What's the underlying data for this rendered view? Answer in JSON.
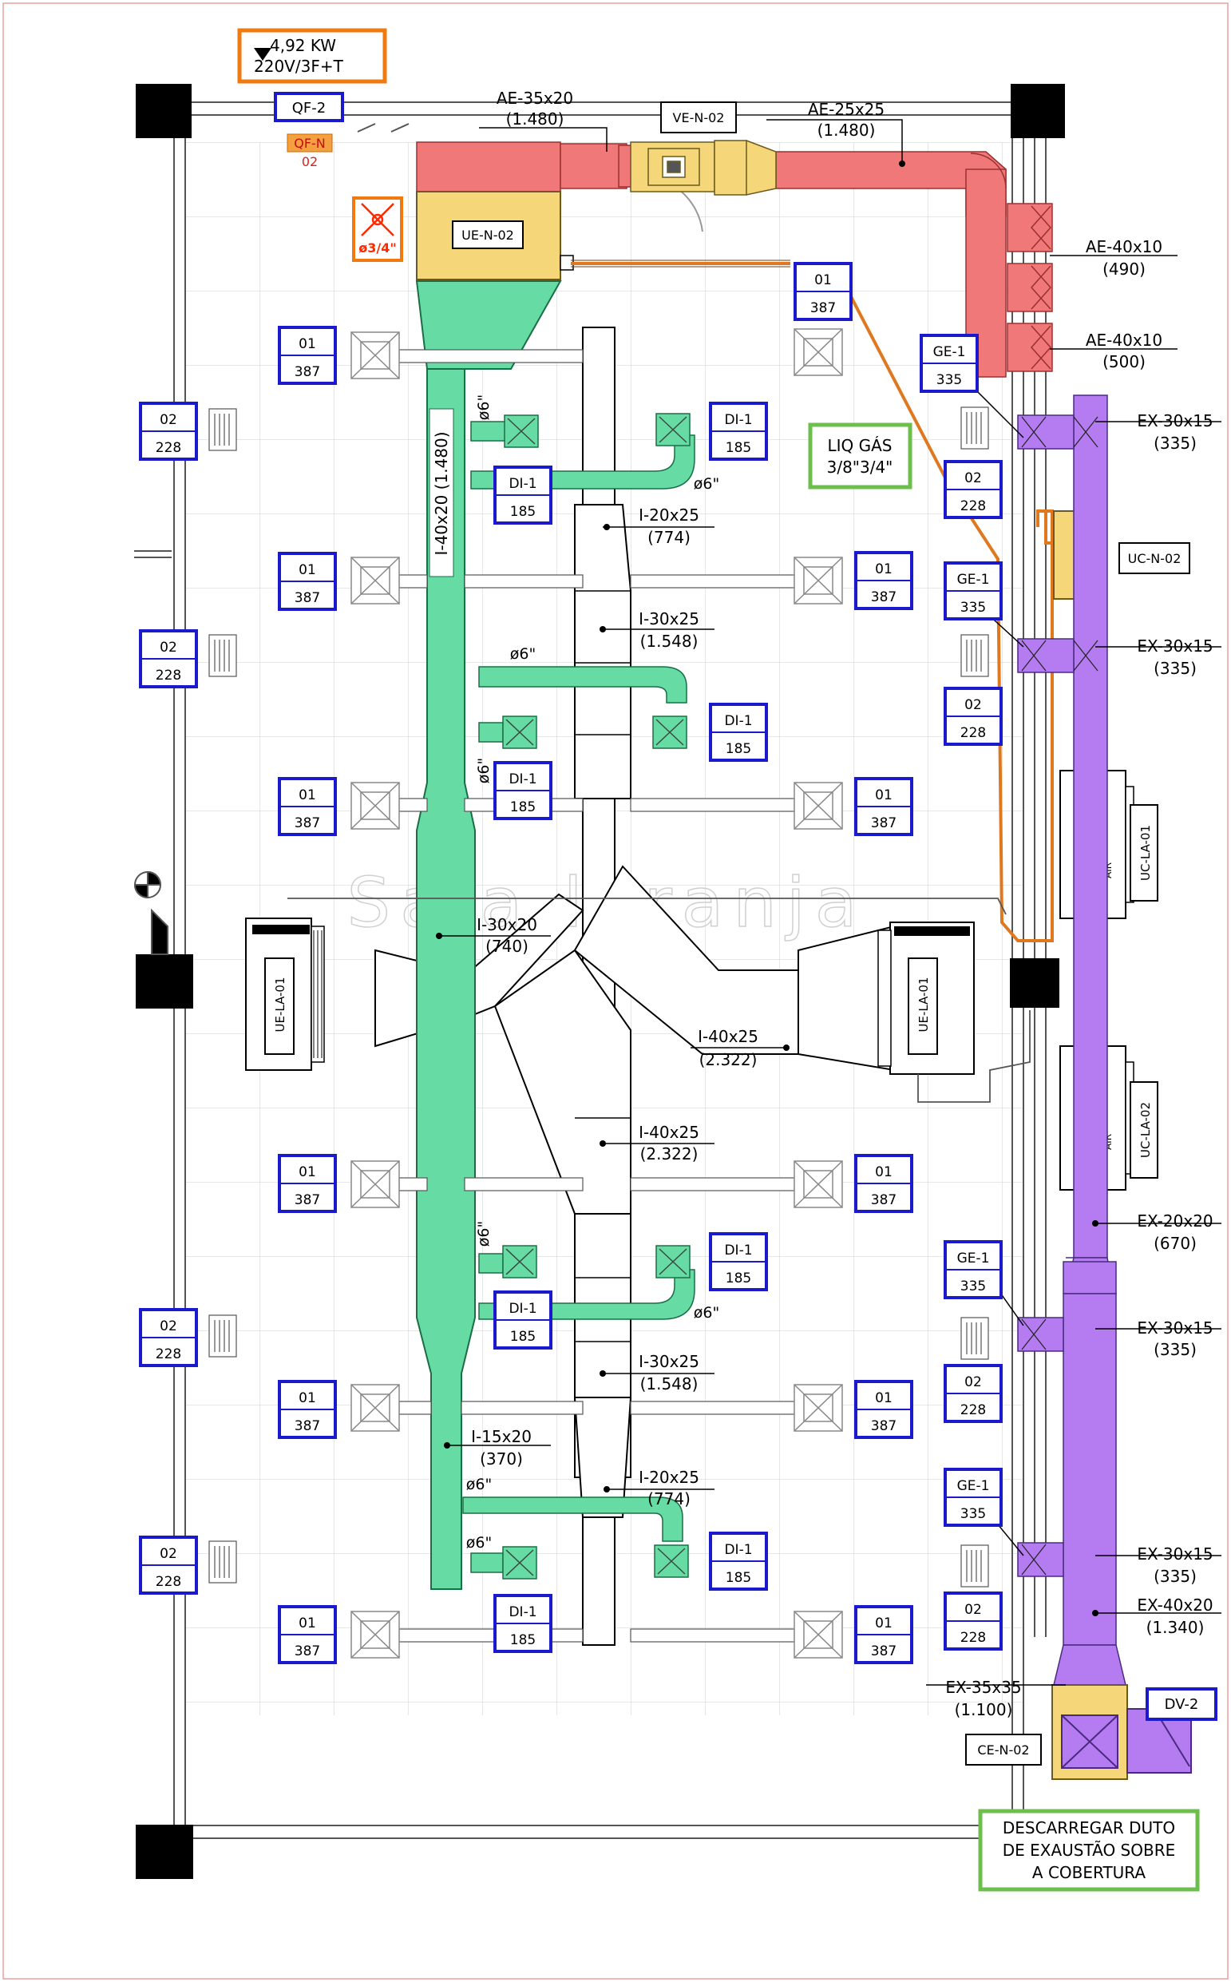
{
  "power": {
    "line1": "4,92 KW",
    "line2": "220V/3F+T"
  },
  "qf2": "QF-2",
  "qfn": {
    "name": "QF-N",
    "num": "02"
  },
  "drain_symbol": "ø3/4\"",
  "ue_n02": "UE-N-02",
  "ve_n02": "VE-N-02",
  "ae_35x20": {
    "size": "AE-35x20",
    "flow": "(1.480)"
  },
  "ae_25x25": {
    "size": "AE-25x25",
    "flow": "(1.480)"
  },
  "ae_40x10_a": {
    "size": "AE-40x10",
    "flow": "(490)"
  },
  "ae_40x10_b": {
    "size": "AE-40x10",
    "flow": "(500)"
  },
  "liq_gas": {
    "line1": "LIQ GÁS",
    "line2": "3/8\"3/4\""
  },
  "uc_n02": "UC-N-02",
  "uc_la01": "UC-LA-01",
  "uc_la02": "UC-LA-02",
  "ue_la01": "UE-LA-01",
  "air_label": "AIR",
  "watermark": "Sala laranja",
  "supply_main": {
    "size": "I-40x20",
    "flow": "(1.480)"
  },
  "supply_labels": [
    {
      "size": "I-20x25",
      "flow": "(774)"
    },
    {
      "size": "I-30x25",
      "flow": "(1.548)"
    },
    {
      "size": "I-30x20",
      "flow": "(740)"
    },
    {
      "size": "I-40x25",
      "flow": "(2.322)"
    },
    {
      "size": "I-40x25",
      "flow": "(2.322)"
    },
    {
      "size": "I-30x25",
      "flow": "(1.548)"
    },
    {
      "size": "I-15x20",
      "flow": "(370)"
    },
    {
      "size": "I-20x25",
      "flow": "(774)"
    }
  ],
  "phi6": "ø6\"",
  "exhaust_labels": [
    {
      "size": "EX-30x15",
      "flow": "(335)"
    },
    {
      "size": "EX-30x15",
      "flow": "(335)"
    },
    {
      "size": "EX-20x20",
      "flow": "(670)"
    },
    {
      "size": "EX-30x15",
      "flow": "(335)"
    },
    {
      "size": "EX-30x15",
      "flow": "(335)"
    },
    {
      "size": "EX-40x20",
      "flow": "(1.340)"
    },
    {
      "size": "EX-35x35",
      "flow": "(1.100)"
    }
  ],
  "dv2": "DV-2",
  "ce_n02": "CE-N-02",
  "note": {
    "line1": "DESCARREGAR DUTO",
    "line2": "DE EXAUSTÃO SOBRE",
    "line3": "A COBERTURA"
  },
  "tags": {
    "t01": {
      "top": "01",
      "bottom": "387"
    },
    "t02": {
      "top": "02",
      "bottom": "228"
    },
    "di1": {
      "top": "DI-1",
      "bottom": "185"
    },
    "ge1": {
      "top": "GE-1",
      "bottom": "335"
    }
  },
  "colors": {
    "supply": "#66dca4",
    "supply_outline": "#1a6e45",
    "exhaust": "#b47cf0",
    "return_air": "#f07878",
    "equipment": "#f5d77a",
    "refrigerant": "#e07820",
    "tag_border": "#1a1acc",
    "note_border": "#6cbf4c",
    "power_border": "#f07a10",
    "alarm": "#ff2a00"
  }
}
